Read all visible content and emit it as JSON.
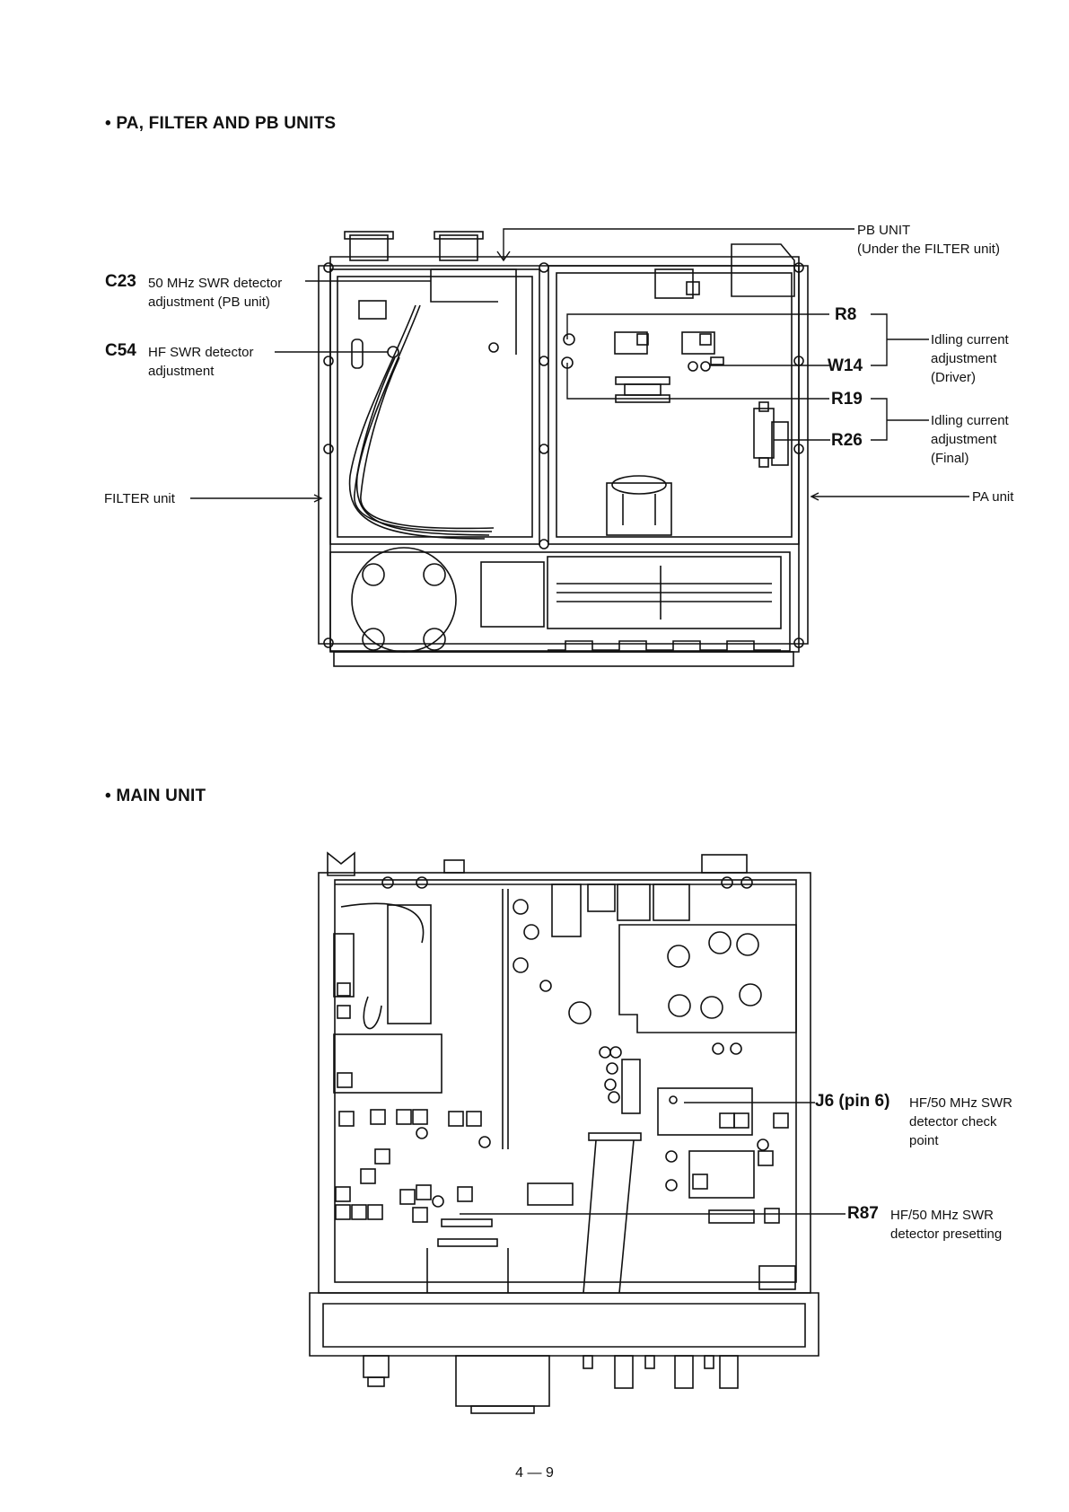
{
  "headings": {
    "pa_section": "• PA, FILTER AND PB UNITS",
    "main_section": "• MAIN UNIT"
  },
  "pa_labels": {
    "pb_unit": "PB UNIT\n(Under the FILTER unit)",
    "c23_ref": "C23",
    "c23_desc": "50 MHz SWR detector\nadjustment (PB unit)",
    "c54_ref": "C54",
    "c54_desc": "HF SWR detector\nadjustment",
    "filter_unit": "FILTER unit",
    "pa_unit": "PA unit",
    "r8": "R8",
    "w14": "W14",
    "r19": "R19",
    "r26": "R26",
    "idling_driver": "Idling current\nadjustment\n(Driver)",
    "idling_final": "Idling current\nadjustment\n(Final)"
  },
  "main_labels": {
    "j6_ref": "J6 (pin 6)",
    "j6_desc": "HF/50 MHz SWR\ndetector check\npoint",
    "r87_ref": "R87",
    "r87_desc": "HF/50 MHz SWR\ndetector presetting"
  },
  "footer": {
    "page_number": "4 — 9"
  }
}
